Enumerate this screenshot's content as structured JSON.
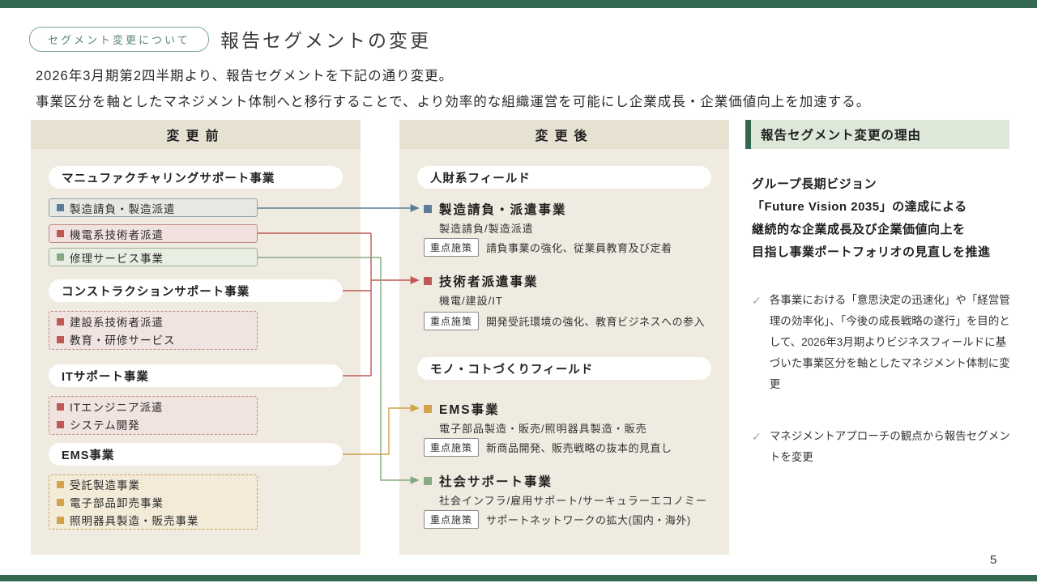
{
  "colors": {
    "accent_green": "#336a51",
    "header_band_beige": "#e7e1d2",
    "column_beige": "#efebe0",
    "reason_header_bg": "#dee8d9",
    "blue": "#5b7e98",
    "red": "#bf5955",
    "green": "#88a884",
    "orange": "#d2a24c"
  },
  "header": {
    "badge": "セグメント変更について",
    "title": "報告セグメントの変更",
    "intro1": "2026年3月期第2四半期より、報告セグメントを下記の通り変更。",
    "intro2": "事業区分を軸としたマネジメント体制へと移行することで、より効率的な組織運営を可能にし企業成長・企業価値向上を加速する。"
  },
  "before": {
    "header": "変更前",
    "sections": [
      {
        "title": "マニュファクチャリングサポート事業",
        "items": [
          "製造請負・製造派遣",
          "機電系技術者派遣",
          "修理サービス事業"
        ]
      },
      {
        "title": "コンストラクションサポート事業",
        "items": [
          "建設系技術者派遣",
          "教育・研修サービス"
        ]
      },
      {
        "title": "ITサポート事業",
        "items": [
          "ITエンジニア派遣",
          "システム開発"
        ]
      },
      {
        "title": "EMS事業",
        "items": [
          "受託製造事業",
          "電子部品卸売事業",
          "照明器具製造・販売事業"
        ]
      }
    ]
  },
  "after": {
    "header": "変更後",
    "fields": [
      {
        "title": "人財系フィールド",
        "businesses": [
          {
            "name": "製造請負・派遣事業",
            "sub": "製造請負/製造派遣",
            "badge": "重点施策",
            "measure": "請負事業の強化、従業員教育及び定着"
          },
          {
            "name": "技術者派遣事業",
            "sub": "機電/建設/IT",
            "badge": "重点施策",
            "measure": "開発受託環境の強化、教育ビジネスへの参入"
          }
        ]
      },
      {
        "title": "モノ・コトづくりフィールド",
        "businesses": [
          {
            "name": "EMS事業",
            "sub": "電子部品製造・販売/照明器具製造・販売",
            "badge": "重点施策",
            "measure": "新商品開発、販売戦略の抜本的見直し"
          },
          {
            "name": "社会サポート事業",
            "sub": "社会インフラ/雇用サポート/サーキュラーエコノミー",
            "badge": "重点施策",
            "measure": "サポートネットワークの拡大(国内・海外)"
          }
        ]
      }
    ]
  },
  "reasons": {
    "header": "報告セグメント変更の理由",
    "lead_lines": [
      "グループ長期ビジョン",
      "「Future Vision 2035」の達成による",
      "継続的な企業成長及び企業価値向上を",
      "目指し事業ポートフォリオの見直しを推進"
    ],
    "check": "✓",
    "bullets": [
      "各事業における「意思決定の迅速化」や「経営管理の効率化」、「今後の成長戦略の遂行」を目的として、2026年3月期よりビジネスフィールドに基づいた事業区分を軸としたマネジメント体制に変更",
      "マネジメントアプローチの観点から報告セグメントを変更"
    ]
  },
  "footer": {
    "page_number": "5"
  }
}
